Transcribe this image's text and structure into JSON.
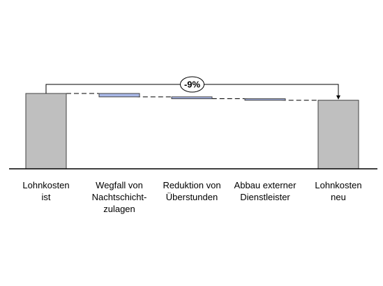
{
  "chart_data": {
    "type": "waterfall",
    "categories": [
      "Lohnkosten ist",
      "Wegfall von Nachtschicht-zulagen",
      "Reduktion von Überstunden",
      "Abbau externer Dienstleister",
      "Lohnkosten neu"
    ],
    "label_lines": [
      [
        "Lohnkosten",
        "ist"
      ],
      [
        "Wegfall von",
        "Nachtschicht-",
        "zulagen"
      ],
      [
        "Reduktion von",
        "Überstunden"
      ],
      [
        "Abbau externer",
        "Dienstleister"
      ],
      [
        "Lohnkosten",
        "neu"
      ]
    ],
    "steps": [
      {
        "kind": "total",
        "value": 100
      },
      {
        "kind": "delta",
        "value": -4.5
      },
      {
        "kind": "delta",
        "value": -2.5
      },
      {
        "kind": "delta",
        "value": -2
      }
    ],
    "end_total": 91,
    "ylim": [
      0,
      110
    ],
    "change_label": "-9%",
    "colors": {
      "total": "#bfbfbf",
      "delta": "#a9b8e8",
      "outline": "#404040",
      "connector": "#000000"
    }
  }
}
